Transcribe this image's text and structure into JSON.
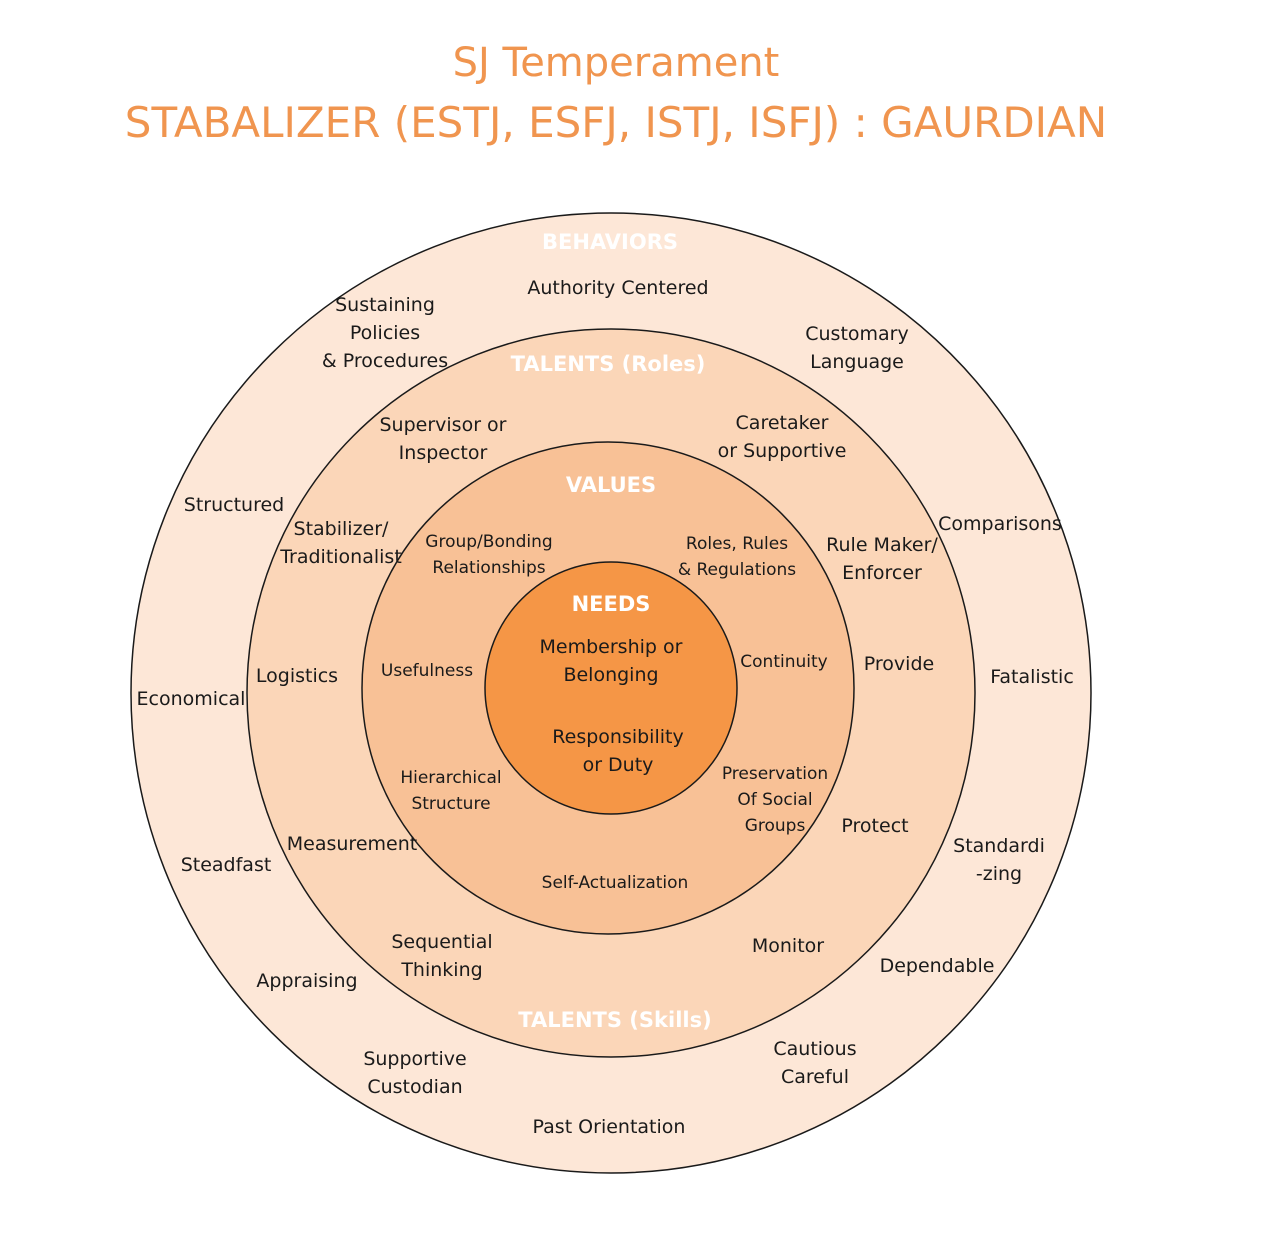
{
  "title": {
    "line1": "SJ Temperament",
    "line2": "STABALIZER (ESTJ, ESFJ, ISTJ, ISFJ) : GAURDIAN"
  },
  "colors": {
    "title": "#f0954f",
    "ring_behaviors": "#fde7d7",
    "ring_talents": "#fbd6b8",
    "ring_values": "#f8c196",
    "ring_needs": "#f59646",
    "stroke": "#1a1a1a",
    "header_text": "#ffffff"
  },
  "rings": {
    "behaviors": {
      "header": "BEHAVIORS",
      "items": [
        [
          "Authority Centered"
        ],
        [
          "Sustaining",
          "Policies",
          "&  Procedures"
        ],
        [
          "Customary",
          "Language"
        ],
        [
          "Structured"
        ],
        [
          "Comparisons"
        ],
        [
          "Economical"
        ],
        [
          "Fatalistic"
        ],
        [
          "Steadfast"
        ],
        [
          "Standardi",
          "-zing"
        ],
        [
          "Appraising"
        ],
        [
          "Dependable"
        ],
        [
          "Supportive",
          "Custodian"
        ],
        [
          "Cautious",
          "Careful"
        ],
        [
          "Past Orientation"
        ]
      ]
    },
    "talents": {
      "header_roles": "TALENTS (Roles)",
      "header_skills": "TALENTS (Skills)",
      "items": [
        [
          "Supervisor or",
          "Inspector"
        ],
        [
          "Caretaker",
          "or Supportive"
        ],
        [
          "Stabilizer/",
          "Traditionalist"
        ],
        [
          "Rule Maker/",
          "Enforcer"
        ],
        [
          "Logistics"
        ],
        [
          "Provide"
        ],
        [
          "Measurement"
        ],
        [
          "Protect"
        ],
        [
          "Sequential",
          "Thinking"
        ],
        [
          "Monitor"
        ]
      ]
    },
    "values": {
      "header": "VALUES",
      "items": [
        [
          "Group/Bonding",
          "Relationships"
        ],
        [
          "Roles, Rules",
          "& Regulations"
        ],
        [
          "Usefulness"
        ],
        [
          "Continuity"
        ],
        [
          "Hierarchical",
          "Structure"
        ],
        [
          "Preservation",
          "Of Social",
          "Groups"
        ],
        [
          "Self-Actualization"
        ]
      ]
    },
    "needs": {
      "header": "NEEDS",
      "items": [
        [
          "Membership or",
          "Belonging"
        ],
        [
          "Responsibility",
          "or Duty"
        ]
      ]
    }
  }
}
